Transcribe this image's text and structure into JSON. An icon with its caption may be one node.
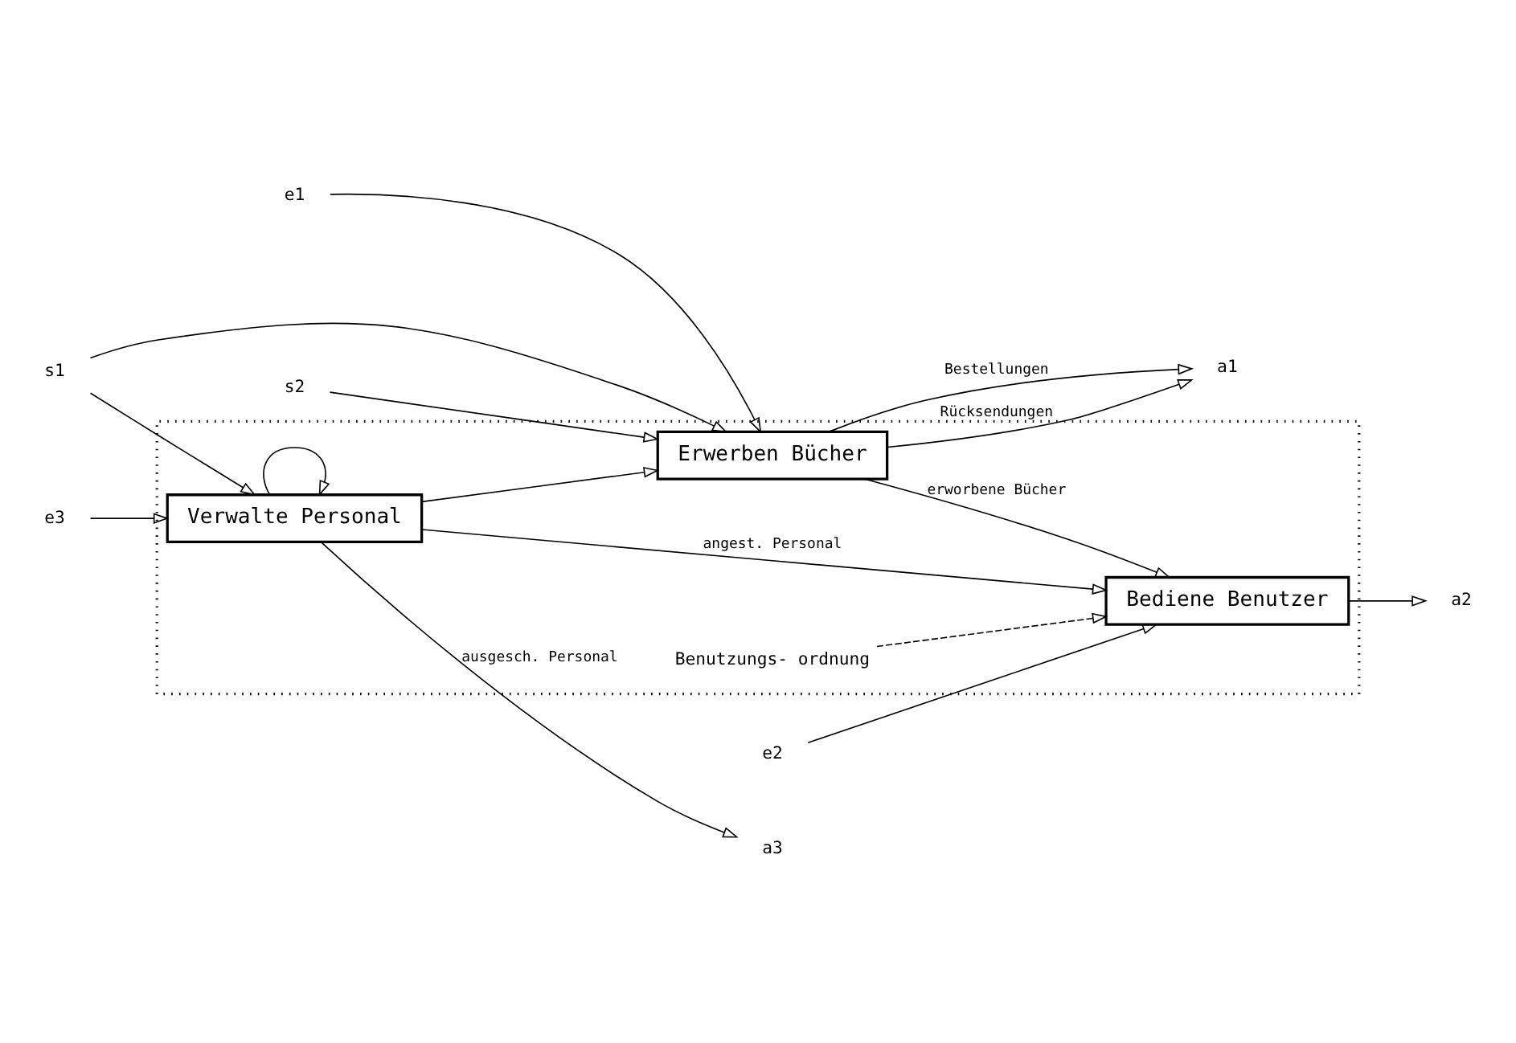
{
  "diagram": {
    "nodes": [
      {
        "text": [],
        "shape": "box"
      },
      {
        "text": [
          "Erwerben Bücher"
        ],
        "in": 0
      },
      {
        "text": [
          "Bediene Benutzer"
        ],
        "in": 0
      },
      {
        "text": [
          "Verwalte Personal"
        ],
        "in": 0
      },
      {
        "text": [
          "s1"
        ]
      },
      {
        "text": [
          "s2"
        ]
      },
      {
        "text": [
          "e1"
        ]
      },
      {
        "text": [
          "e2"
        ]
      },
      {
        "text": [
          "e3"
        ]
      },
      {
        "text": [
          "a1"
        ]
      },
      {
        "text": [
          "a2"
        ]
      },
      {
        "text": [
          "a3"
        ]
      },
      {
        "text": [
          "Benutzungs- ordnung"
        ],
        "in": 0
      }
    ],
    "edges": [
      {
        "from": 4,
        "to": 1,
        "arrow": "to"
      },
      {
        "from": 5,
        "to": 1,
        "arrow": "to"
      },
      {
        "from": 4,
        "to": 3,
        "arrow": "to"
      },
      {
        "from": 6,
        "to": 1,
        "arrow": "to"
      },
      {
        "from": 7,
        "to": 2,
        "arrow": "to"
      },
      {
        "from": 8,
        "to": 3,
        "arrow": "to"
      },
      {
        "from": 1,
        "to": 9,
        "arrow": "to",
        "label": "Bestellungen"
      },
      {
        "from": 1,
        "to": 9,
        "arrow": "to",
        "label": "Rücksendungen"
      },
      {
        "from": 1,
        "to": 2,
        "arrow": "to",
        "label": "erworbene Bücher"
      },
      {
        "from": 12,
        "to": 2,
        "arrow": "to",
        "style": "dashed"
      },
      {
        "from": 2,
        "to": 10,
        "arrow": "to"
      },
      {
        "from": 3,
        "to": 2,
        "arrow": "to",
        "label": "angest. Personal"
      },
      {
        "from": 3,
        "to": 11,
        "arrow": "to",
        "label": "ausgesch. Personal"
      },
      {
        "from": 3,
        "to": 1,
        "arrow": "to"
      },
      {
        "from": 3,
        "to": 3,
        "arrow": "to"
      }
    ]
  }
}
